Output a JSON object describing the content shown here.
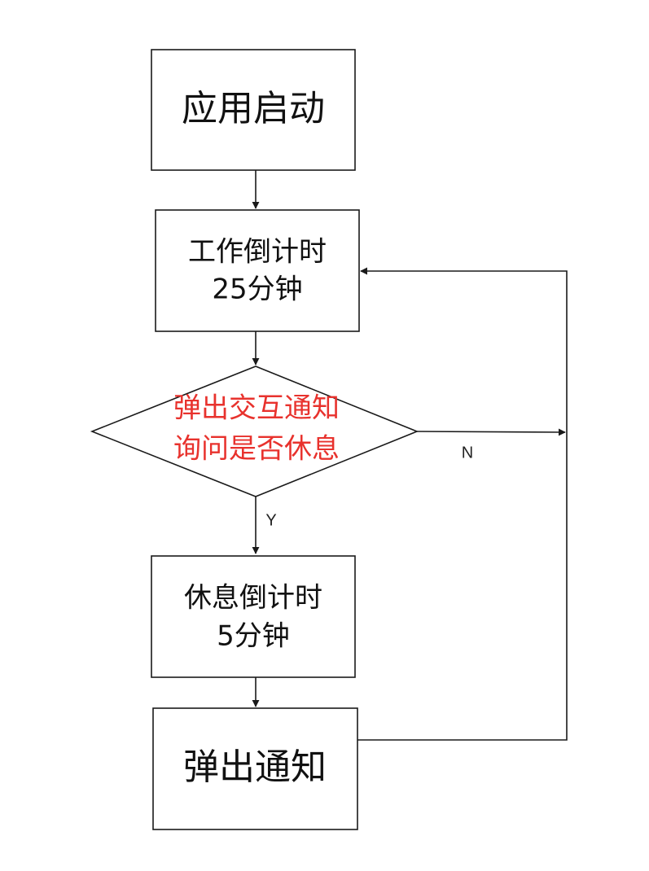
{
  "nodes": {
    "start": {
      "label": "应用启动"
    },
    "work": {
      "lines": [
        "工作倒计时",
        "25分钟"
      ]
    },
    "decision": {
      "lines": [
        "弹出交互通知",
        "询问是否休息"
      ]
    },
    "rest": {
      "lines": [
        "休息倒计时",
        "5分钟"
      ]
    },
    "notify": {
      "label": "弹出通知"
    }
  },
  "edges": {
    "yes_label": "Y",
    "no_label": "N"
  },
  "colors": {
    "stroke": "#1a1a1a",
    "decision_text": "#e8322d",
    "text": "#111111"
  }
}
